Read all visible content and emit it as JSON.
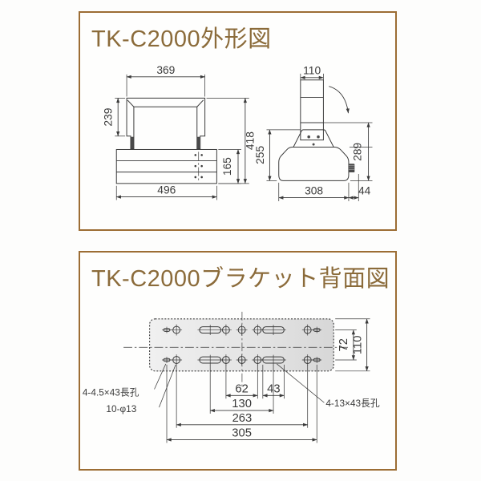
{
  "colors": {
    "panel_border": "#9c6d34",
    "title_text": "#8b6b3a",
    "drawing_line": "#3a3a3a"
  },
  "panels": {
    "outline": {
      "title": "TK-C2000外形図",
      "front_view": {
        "top_width": "369",
        "bracket_height": "239",
        "total_height": "418",
        "base_height": "165",
        "base_width": "496"
      },
      "side_view": {
        "post_width": "110",
        "body_height": "255",
        "mount_height": "289",
        "body_width": "308",
        "side_offset": "44"
      }
    },
    "bracket": {
      "title": "TK-C2000ブラケット背面図",
      "dims": {
        "row_gap": "72",
        "plate_height": "110",
        "inner_span": "62",
        "slot_length": "43",
        "slot_span": "130",
        "hole_span": "263",
        "outer_span": "305"
      },
      "labels": {
        "small_slot": "4-4.5×43長孔",
        "round_hole": "10-φ13",
        "large_slot": "4-13×43長孔"
      }
    }
  }
}
